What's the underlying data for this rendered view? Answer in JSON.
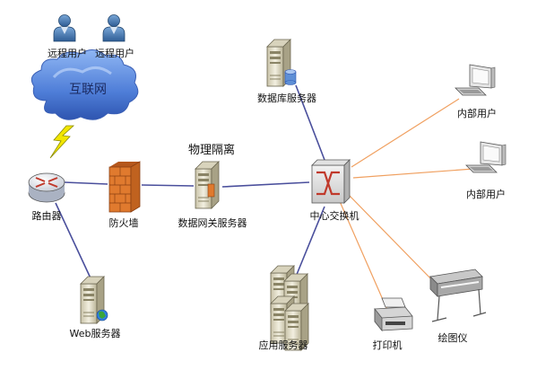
{
  "labels": {
    "remote_user_1": "远程用户",
    "remote_user_2": "远程用户",
    "internet": "互联网",
    "router": "路由器",
    "firewall": "防火墙",
    "isolation": "物理隔离",
    "data_gateway": "数据网关服务器",
    "database_server": "数据库服务器",
    "core_switch": "中心交换机",
    "internal_user_1": "内部用户",
    "internal_user_2": "内部用户",
    "web_server": "Web服务器",
    "app_server": "应用服务器",
    "printer": "打印机",
    "plotter": "绘图仪"
  },
  "colors": {
    "blue_link": "#4a4f9c",
    "orange_link": "#f0a060",
    "lightning": "#f2e600",
    "cloud": "#4f7ed8",
    "firewall": "#e07a2e",
    "router": "#3a6fb0"
  },
  "icons": [
    "user-icon",
    "cloud-icon",
    "lightning-icon",
    "router-icon",
    "firewall-icon",
    "server-icon",
    "switch-icon",
    "desktop-icon",
    "printer-icon",
    "plotter-icon"
  ]
}
